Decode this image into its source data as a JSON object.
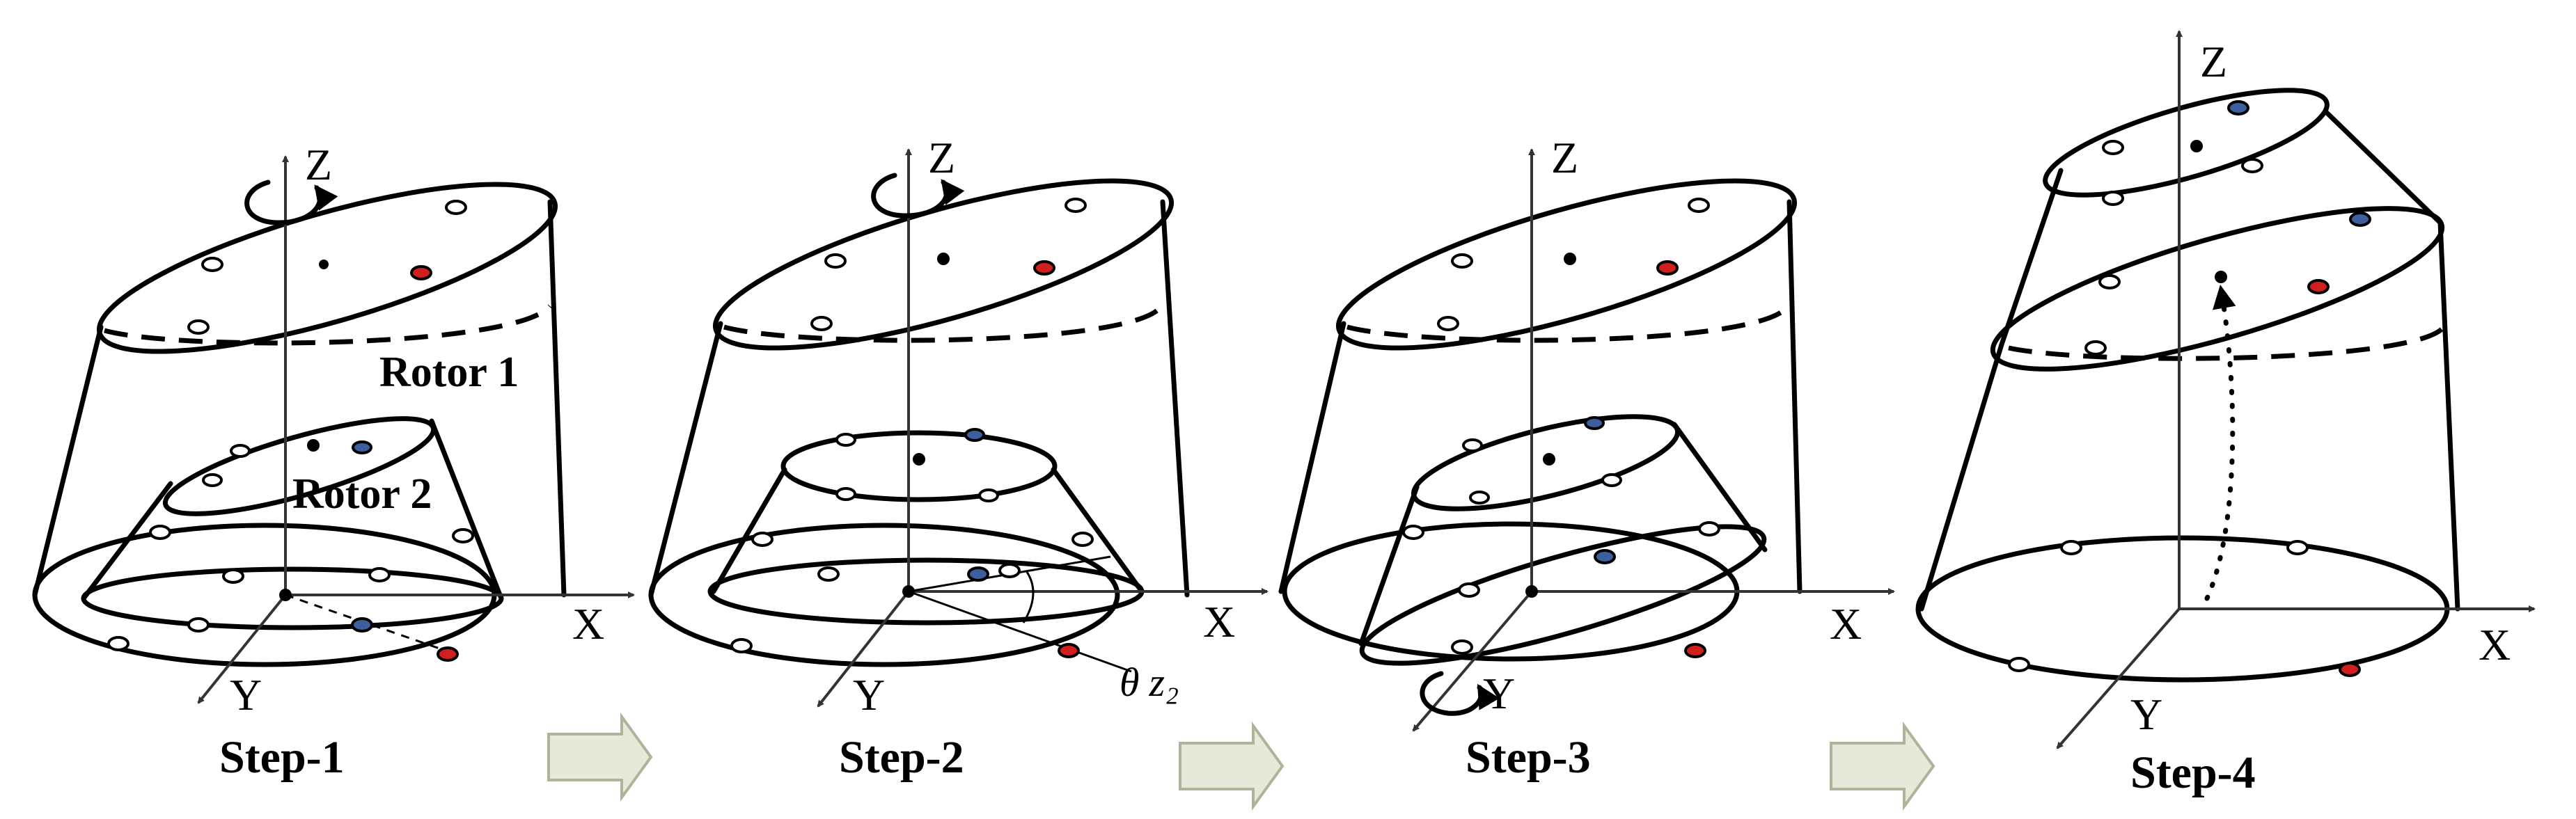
{
  "colors": {
    "red_marker": "#d11f1f",
    "blue_marker": "#3d5f9e",
    "arrow_fill": "#e6e9da",
    "arrow_stroke": "#aeb39a"
  },
  "panels": [
    {
      "step": "Step-1",
      "axis_x": "X",
      "axis_y": "Y",
      "axis_z": "Z",
      "rotor1": "Rotor 1",
      "rotor2": "Rotor 2",
      "rotation": "about Z"
    },
    {
      "step": "Step-2",
      "axis_x": "X",
      "axis_y": "Y",
      "axis_z": "Z",
      "angle_theta": "θ",
      "angle_sub": "z₂",
      "rotation": "about Z"
    },
    {
      "step": "Step-3",
      "axis_x": "X",
      "axis_y": "Y",
      "axis_z": "Z",
      "rotation": "about Y"
    },
    {
      "step": "Step-4",
      "axis_x": "X",
      "axis_y": "Y",
      "axis_z": "Z"
    }
  ],
  "flow_arrows": [
    "step1-to-step2",
    "step2-to-step3",
    "step3-to-step4"
  ]
}
